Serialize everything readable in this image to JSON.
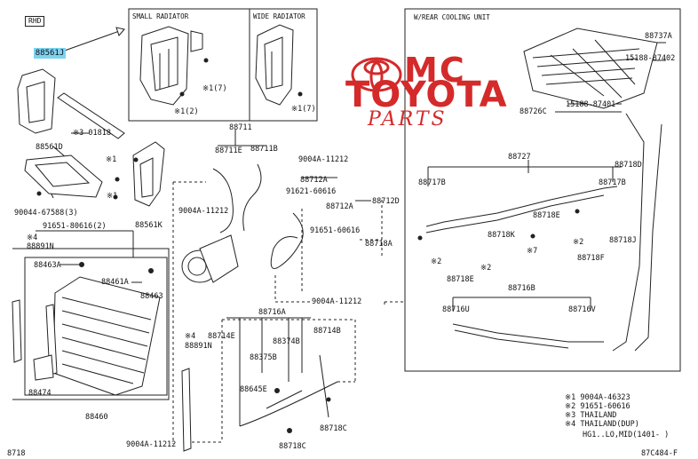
{
  "tags": {
    "rhd": "RHD",
    "highlighted_part": "88561J"
  },
  "boxes": {
    "small_radiator": "SMALL RADIATOR",
    "wide_radiator": "WIDE RADIATOR",
    "rear_cooling": "W/REAR COOLING UNIT"
  },
  "watermark": {
    "mc": "MC",
    "toyota": "TOYOTA",
    "parts": "PARTS"
  },
  "labels": {
    "p01818": "※3 01818",
    "p88561d": "88561D",
    "note1a": "※1",
    "note1b": "※1",
    "p90044_67588": "90044-67588(3)",
    "p88561k": "88561K",
    "p91651_80616": "91651-80616(2)",
    "note4a": "※4",
    "p88891n_a": "88891N",
    "p88463a": "88463A",
    "p88461a": "88461A",
    "p88463": "88463",
    "p88474": "88474",
    "p88460": "88460",
    "s_note17a": "※1(7)",
    "s_note12": "※1(2)",
    "w_note17": "※1(7)",
    "p88711": "88711",
    "p88711e": "88711E",
    "p88711b": "88711B",
    "p9004a_11212a": "9004A-11212",
    "p9004a_11212b": "9004A-11212",
    "p88712a": "88712A",
    "p91621_60616": "91621-60616",
    "p88712a2": "88712A",
    "p88712d": "88712D",
    "p91651_60616": "91651-60616",
    "p88718a": "88718A",
    "p9004a_11212c": "9004A-11212",
    "p88716a": "88716A",
    "note4b": "※4",
    "p88714e": "88714E",
    "p88891n_b": "88891N",
    "p88375b": "88375B",
    "p88374b": "88374B",
    "p88714b": "88714B",
    "p88645e": "88645E",
    "p88718c": "88718C",
    "p9004a_11212d": "9004A-11212",
    "p88718c2": "88718C",
    "p88737a": "88737A",
    "p15188_87402": "15188-87402",
    "p88726c": "88726C",
    "p15188_87401": "15188-87401",
    "p88727": "88727",
    "p88718d": "88718D",
    "p88717b": "88717B",
    "p88717b2": "88717B",
    "p88718e": "88718E",
    "p88718k": "88718K",
    "p88718j": "88718J",
    "n2a": "※2",
    "n2b": "※2",
    "n2c": "※2",
    "n7": "※7",
    "p88718e2": "88718E",
    "p88718f": "88718F",
    "p88716b": "88716B",
    "p88716u": "88716U",
    "p88716v": "88716V",
    "bottom_left": "8718",
    "diagram_code": "87C484-F"
  },
  "legend": [
    {
      "mark": "※1",
      "text": "9004A-46323"
    },
    {
      "mark": "※2",
      "text": "91651-60616"
    },
    {
      "mark": "※3",
      "text": "THAILAND"
    },
    {
      "mark": "※4",
      "text": "THAILAND(DUP)"
    },
    {
      "mark": "",
      "text": "HG1..LO,MID(1401-    )"
    }
  ],
  "colors": {
    "line": "#222222",
    "watermark": "#d42a2a",
    "highlight": "#7dd3f0"
  }
}
